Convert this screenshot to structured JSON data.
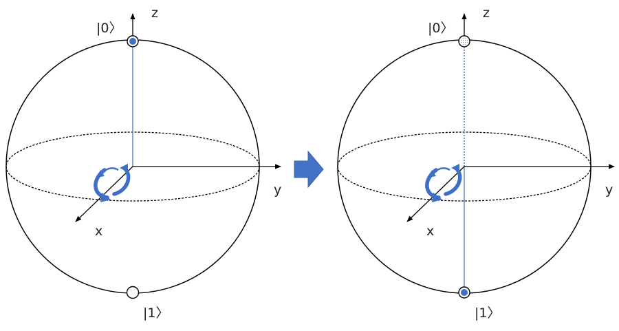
{
  "colors": {
    "line": "#000000",
    "axis_line": "#4a7ab8",
    "state_fill": "#3f6fc4",
    "arrow_fill": "#4472c4",
    "rotation_arrow": "#3f6fc4"
  },
  "panels": [
    {
      "axes": {
        "z": "z",
        "y": "y",
        "x": "x"
      },
      "kets": {
        "zero": "|0〉",
        "one": "|1〉"
      },
      "active_state": "zero"
    },
    {
      "axes": {
        "z": "z",
        "y": "y",
        "x": "x"
      },
      "kets": {
        "zero": "|0〉",
        "one": "|1〉"
      },
      "active_state": "one"
    }
  ],
  "transition_arrow": "right-arrow"
}
